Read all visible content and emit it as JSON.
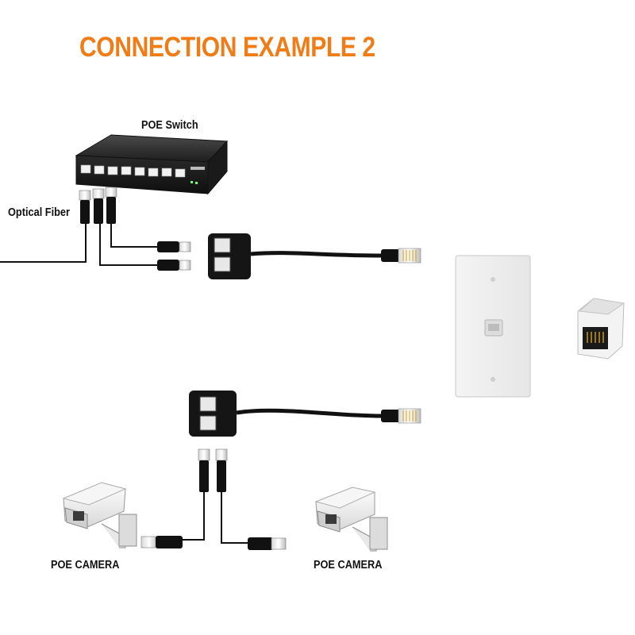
{
  "title": "CONNECTION EXAMPLE 2",
  "colors": {
    "title": "#f07c18",
    "cable": "#111111",
    "device_body": "#ffffff"
  },
  "labels": {
    "poe_switch": "POE Switch",
    "optical_fiber": "Optical Fiber",
    "poe_camera_left": "POE CAMERA",
    "poe_camera_right": "POE CAMERA"
  }
}
